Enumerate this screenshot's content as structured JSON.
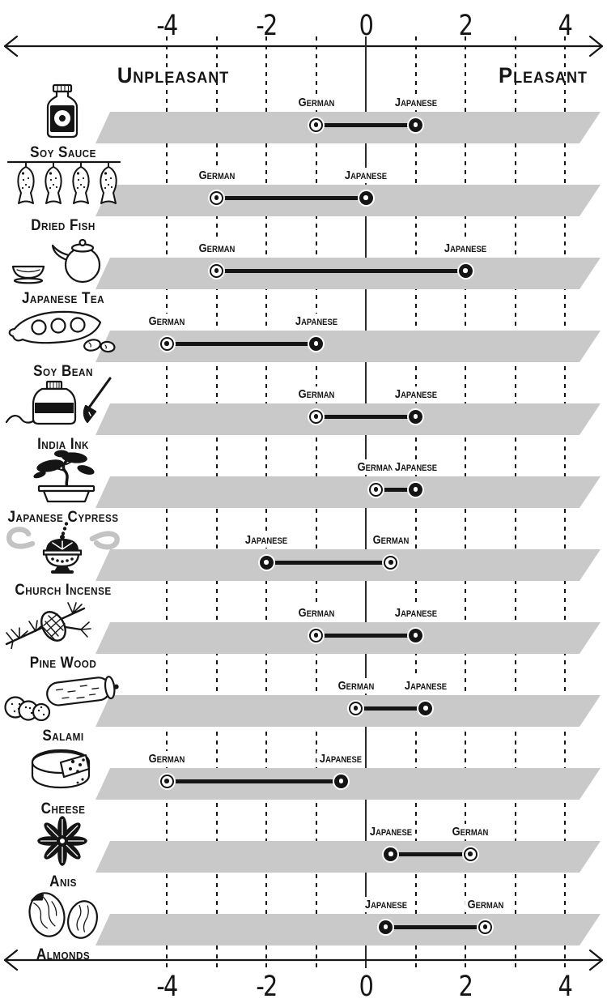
{
  "axis": {
    "unpleasant_label": "Unpleasant",
    "pleasant_label": "Pleasant",
    "ticks": [
      {
        "label": "-4",
        "value": -4
      },
      {
        "label": "-2",
        "value": -2
      },
      {
        "label": "0",
        "value": 0
      },
      {
        "label": "2",
        "value": 2
      },
      {
        "label": "4",
        "value": 4
      }
    ],
    "min": -4,
    "max": 4,
    "gridline_step": 1
  },
  "legend": {
    "german": "German",
    "japanese": "Japanese"
  },
  "colors": {
    "ink": "#151515",
    "band": "#c9c9c9",
    "background": "#ffffff",
    "smoke": "#c3c3c3"
  },
  "chart_data": {
    "type": "dumbbell",
    "title": "",
    "xlabel_left": "Unpleasant",
    "xlabel_right": "Pleasant",
    "xlim": [
      -4.7,
      4.7
    ],
    "x_ticks": [
      -4,
      -2,
      0,
      2,
      4
    ],
    "grid": "dashed-vertical-every-1-solid-at-0",
    "series": [
      {
        "name": "German",
        "marker": "white-circle-black-center"
      },
      {
        "name": "Japanese",
        "marker": "black-circle-white-center"
      }
    ],
    "items": [
      {
        "label": "Soy Sauce",
        "icon": "soy-sauce-icon",
        "german": -1.0,
        "japanese": 1.0
      },
      {
        "label": "Dried Fish",
        "icon": "dried-fish-icon",
        "german": -3.0,
        "japanese": 0.0
      },
      {
        "label": "Japanese Tea",
        "icon": "japanese-tea-icon",
        "german": -3.0,
        "japanese": 2.0
      },
      {
        "label": "Soy Bean",
        "icon": "soy-bean-icon",
        "german": -4.0,
        "japanese": -1.0
      },
      {
        "label": "India Ink",
        "icon": "india-ink-icon",
        "german": -1.0,
        "japanese": 1.0
      },
      {
        "label": "Japanese Cypress",
        "icon": "japanese-cypress-icon",
        "german": 0.2,
        "japanese": 1.0
      },
      {
        "label": "Church Incense",
        "icon": "church-incense-icon",
        "german": 0.5,
        "japanese": -2.0
      },
      {
        "label": "Pine Wood",
        "icon": "pine-wood-icon",
        "german": -1.0,
        "japanese": 1.0
      },
      {
        "label": "Salami",
        "icon": "salami-icon",
        "german": -0.2,
        "japanese": 1.2
      },
      {
        "label": "Cheese",
        "icon": "cheese-icon",
        "german": -4.0,
        "japanese": -0.5
      },
      {
        "label": "Anis",
        "icon": "anis-icon",
        "german": 2.1,
        "japanese": 0.5
      },
      {
        "label": "Almonds",
        "icon": "almonds-icon",
        "german": 2.4,
        "japanese": 0.4
      }
    ]
  }
}
